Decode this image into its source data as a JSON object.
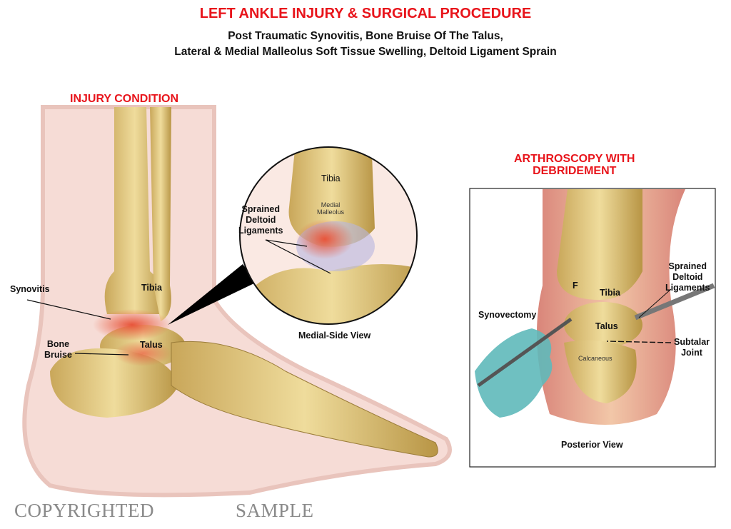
{
  "header": {
    "title": "LEFT ANKLE INJURY & SURGICAL PROCEDURE",
    "subtitle_line1": "Post  Traumatic Synovitis, Bone Bruise Of The Talus,",
    "subtitle_line2": "Lateral & Medial Malleolus Soft Tissue Swelling, Deltoid Ligament Sprain"
  },
  "injury": {
    "heading": "INJURY CONDITION",
    "labels": {
      "synovitis": "Synovitis",
      "bone_bruise": "Bone\nBruise",
      "tibia": "Tibia",
      "talus": "Talus"
    }
  },
  "inset": {
    "tibia": "Tibia",
    "medial_malleolus": "Medial\nMalleolus",
    "sprained": "Sprained\nDeltoid\nLigaments",
    "caption": "Medial-Side View"
  },
  "arthroscopy": {
    "heading": "ARTHROSCOPY WITH\nDEBRIDEMENT",
    "labels": {
      "f": "F",
      "tibia": "Tibia",
      "talus": "Talus",
      "calcaneous": "Calcaneous",
      "synovectomy": "Synovectomy",
      "sprained": "Sprained\nDeltoid\nLigaments",
      "subtalar": "Subtalar\nJoint"
    },
    "caption": "Posterior View"
  },
  "watermark": {
    "copyright": "COPYRIGHTED",
    "sample": "SAMPLE"
  }
}
